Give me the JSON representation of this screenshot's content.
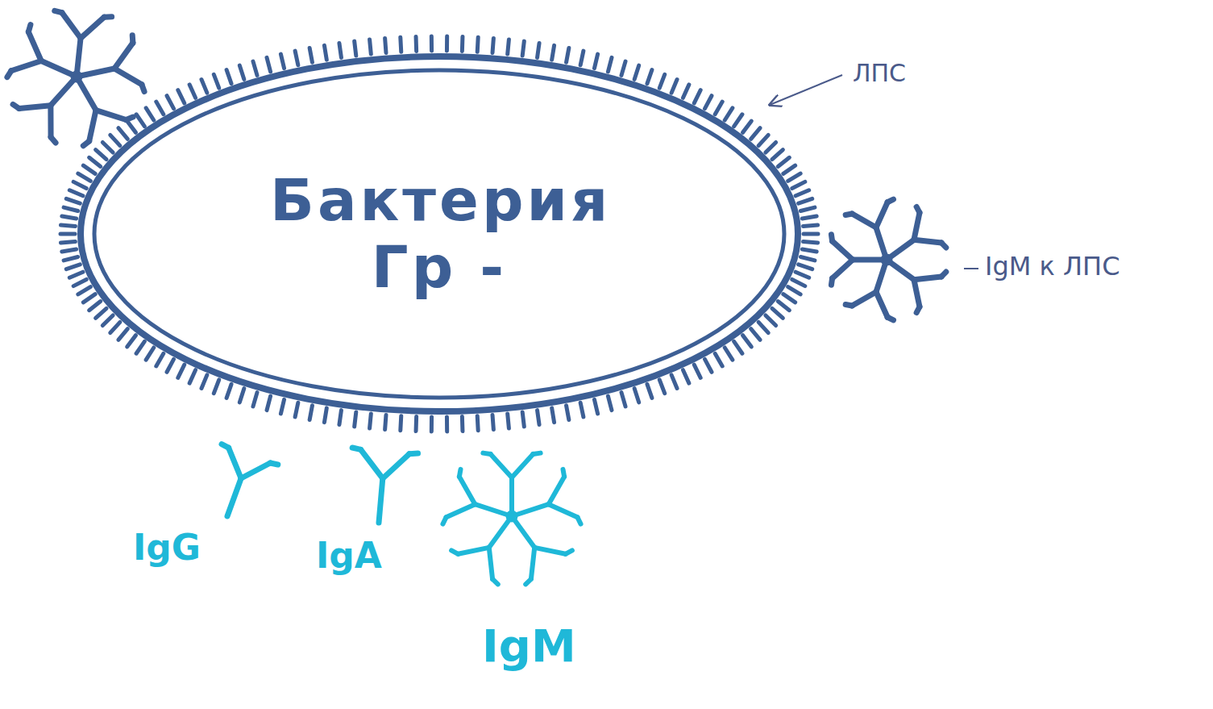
{
  "diagram": {
    "nodes": [
      {
        "text": [
          "Бактерия Гр -"
        ]
      }
    ],
    "labels": [
      "ЛПС",
      "IgM к ЛПС",
      "IgG",
      "IgA",
      "IgM"
    ]
  }
}
